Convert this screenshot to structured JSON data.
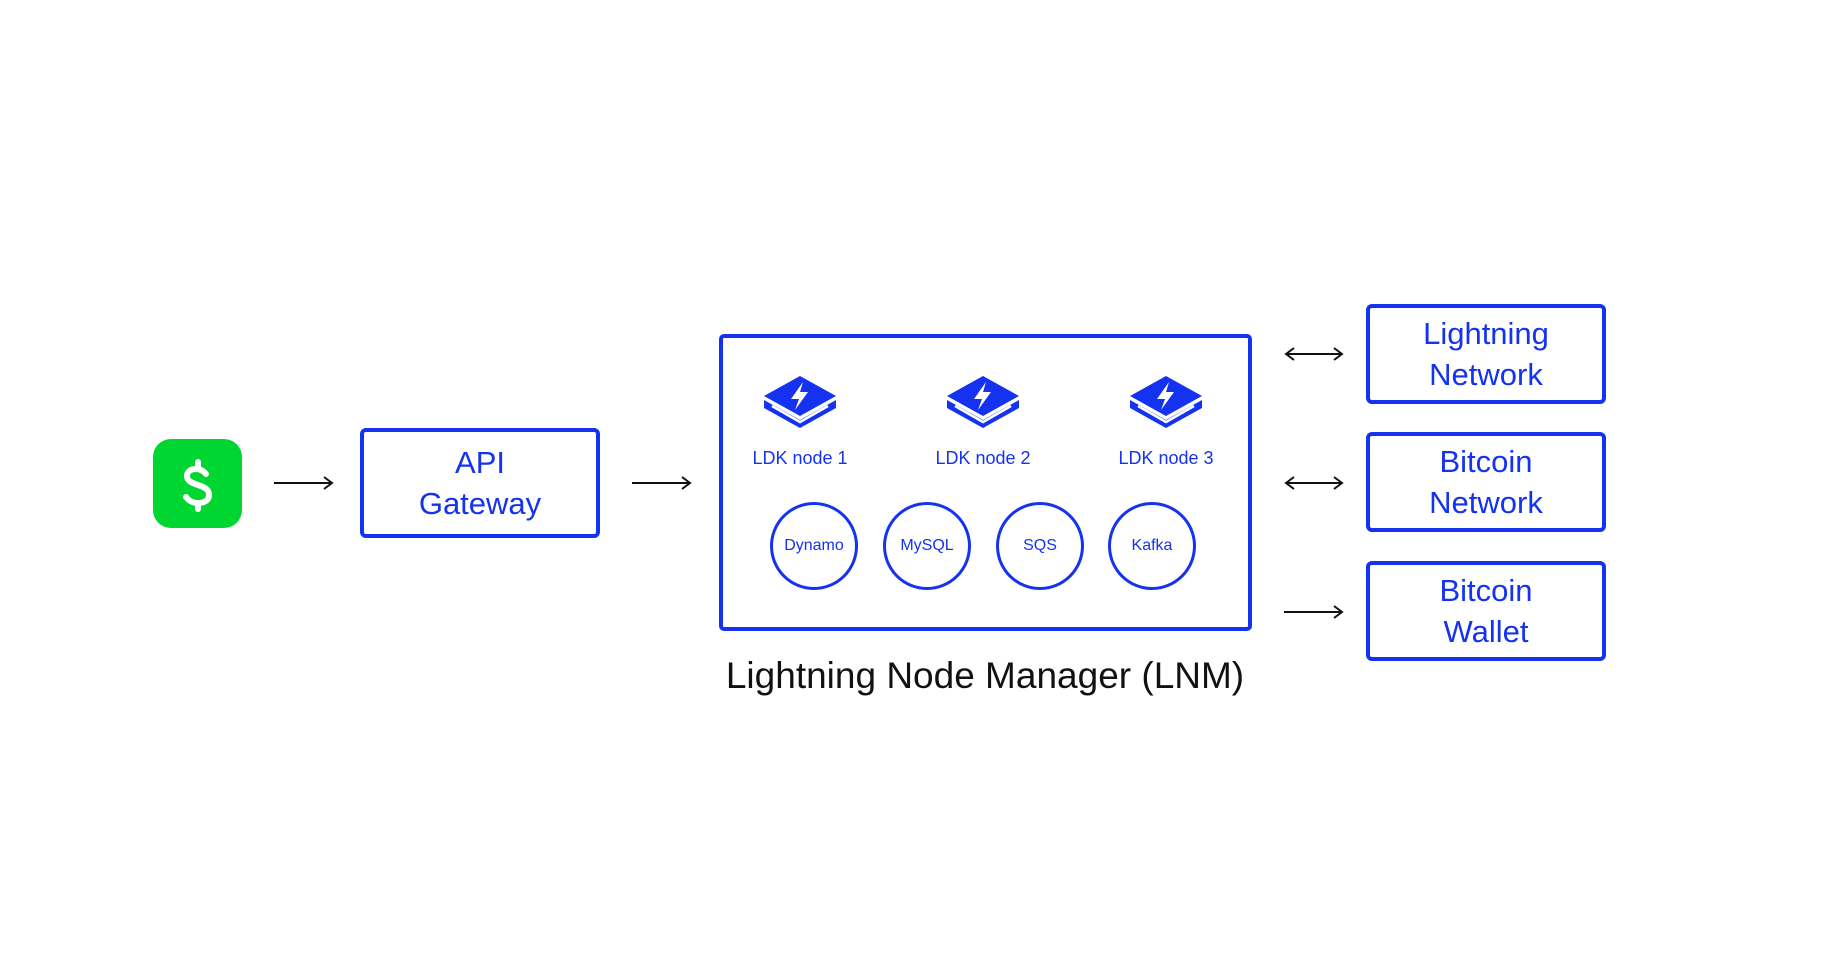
{
  "colors": {
    "accent": "#1432F0",
    "brand_green": "#00D632",
    "caption": "#111111",
    "background": "#FFFFFF"
  },
  "app_logo": {
    "icon": "cash-app-dollar-icon"
  },
  "api_gateway": {
    "line1": "API",
    "line2": "Gateway"
  },
  "lnm": {
    "caption": "Lightning Node Manager (LNM)",
    "nodes": [
      {
        "label": "LDK node 1",
        "icon": "ldk-lightning-icon"
      },
      {
        "label": "LDK node 2",
        "icon": "ldk-lightning-icon"
      },
      {
        "label": "LDK node 3",
        "icon": "ldk-lightning-icon"
      }
    ],
    "stores": [
      "Dynamo",
      "MySQL",
      "SQS",
      "Kafka"
    ]
  },
  "external": [
    {
      "line1": "Lightning",
      "line2": "Network",
      "arrow": "bidirectional"
    },
    {
      "line1": "Bitcoin",
      "line2": "Network",
      "arrow": "bidirectional"
    },
    {
      "line1": "Bitcoin",
      "line2": "Wallet",
      "arrow": "right"
    }
  ]
}
